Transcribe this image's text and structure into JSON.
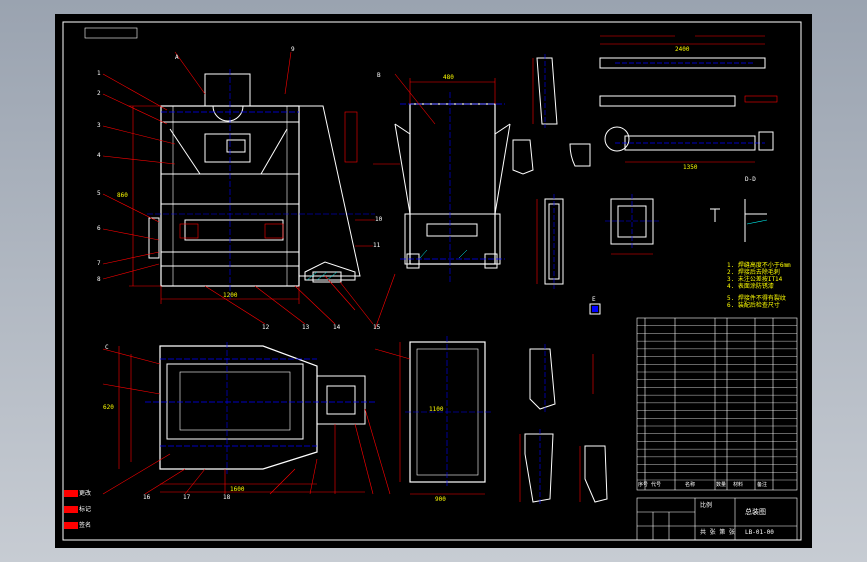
{
  "drawing": {
    "title_block": {
      "name_label": "总装图",
      "drawing_number": "LB-01-00",
      "scale_label": "比例",
      "sheet_label": "共 张 第 张"
    },
    "revision_marks": [
      "更改",
      "标记",
      "签名"
    ],
    "notes": [
      "1. 焊缝高度不小于6mm",
      "2. 焊接后去除毛刺",
      "3. 未注公差按IT14",
      "4. 表面涂防锈漆",
      "5. 焊接件不得有裂纹",
      "6. 装配后检查尺寸"
    ],
    "bom_header": [
      "序号",
      "代号",
      "名称",
      "数量",
      "材料",
      "备注"
    ],
    "bom_rows": 21,
    "view_labels": {
      "front": "A",
      "side": "B",
      "top": "C",
      "section": "D-D",
      "detail": "E"
    },
    "dimensions": {
      "front_width": "1200",
      "front_height": "860",
      "side_width": "480",
      "plan_length": "1600",
      "plan_width": "620",
      "panel_width": "900",
      "panel_height": "1100",
      "bar_length": "2400",
      "tube_length": "1350"
    },
    "part_numbers": [
      "1",
      "2",
      "3",
      "4",
      "5",
      "6",
      "7",
      "8",
      "9",
      "10",
      "11",
      "12",
      "13",
      "14",
      "15",
      "16",
      "17",
      "18"
    ]
  },
  "colors": {
    "background": "#000000",
    "white_lines": "#ffffff",
    "dimension_lines": "#ff0000",
    "center_lines": "#0000ff",
    "text": "#ffff00",
    "hatch": "#00ffff"
  }
}
